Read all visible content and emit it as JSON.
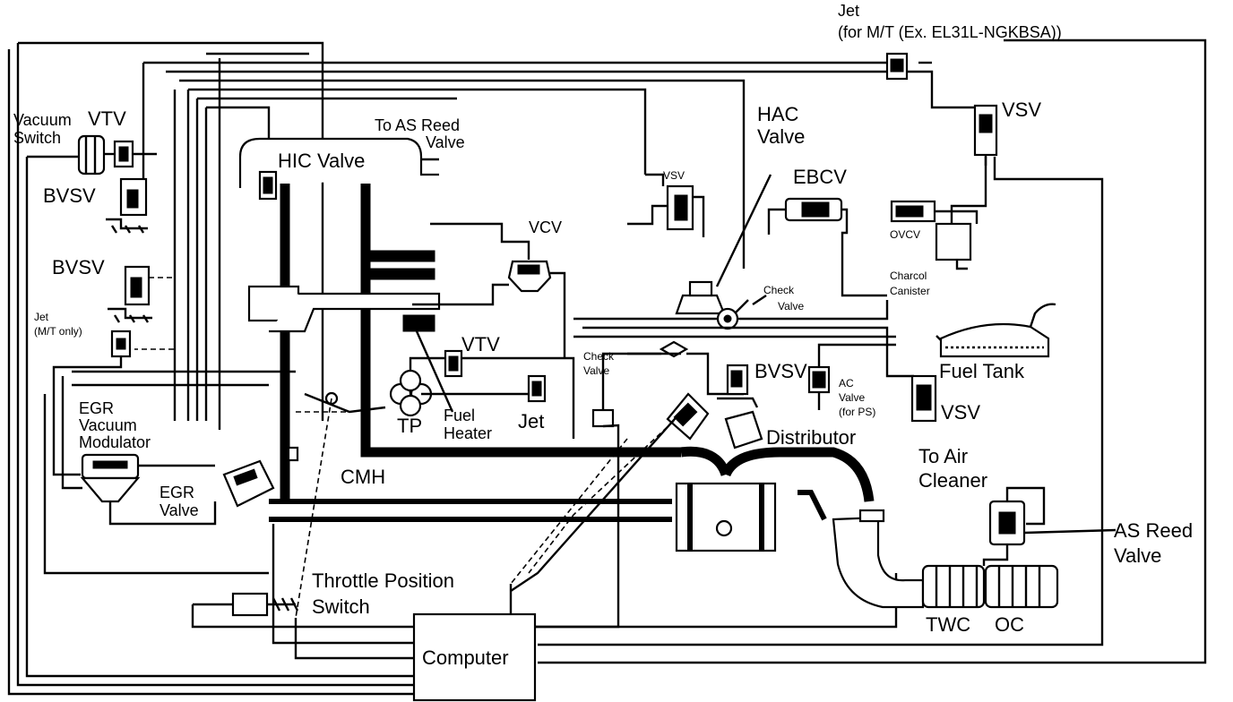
{
  "labels": {
    "jet_top": "Jet",
    "jet_top_note": "(for M/T (Ex. EL31L-NGKBSA))",
    "vsv_top_right": "VSV",
    "vacuum_switch_1": "Vacuum",
    "vacuum_switch_2": "Switch",
    "vtv_left": "VTV",
    "to_as_reed_1": "To AS Reed",
    "to_as_reed_2": "Valve",
    "hac_valve_1": "HAC",
    "hac_valve_2": "Valve",
    "hic_valve": "HIC Valve",
    "bvsv_upper": "BVSV",
    "vsv_center": "VSV",
    "ebcv": "EBCV",
    "vcv": "VCV",
    "ovcv": "OVCV",
    "charcol_1": "Charcol",
    "charcol_2": "Canister",
    "bvsv_lower": "BVSV",
    "check_valve_right_1": "Check",
    "check_valve_right_2": "Valve",
    "jet_mt_1": "Jet",
    "jet_mt_2": "(M/T only)",
    "vtv_center": "VTV",
    "fuel_tank": "Fuel Tank",
    "check_valve_center_1": "Check",
    "check_valve_center_2": "Valve",
    "bvsv_right": "BVSV",
    "ac_valve_1": "AC",
    "ac_valve_2": "Valve",
    "ac_valve_3": "(for PS)",
    "egr_mod_1": "EGR",
    "egr_mod_2": "Vacuum",
    "egr_mod_3": "Modulator",
    "vsv_right": "VSV",
    "tp": "TP",
    "fuel_heater_1": "Fuel",
    "fuel_heater_2": "Heater",
    "jet_center": "Jet",
    "distributor": "Distributor",
    "egr_valve_1": "EGR",
    "egr_valve_2": "Valve",
    "cmh": "CMH",
    "to_air_cleaner_1": "To Air",
    "to_air_cleaner_2": "Cleaner",
    "as_reed_1": "AS Reed",
    "as_reed_2": "Valve",
    "tps_1": "Throttle Position",
    "tps_2": "Switch",
    "twc": "TWC",
    "oc": "OC",
    "computer": "Computer"
  }
}
